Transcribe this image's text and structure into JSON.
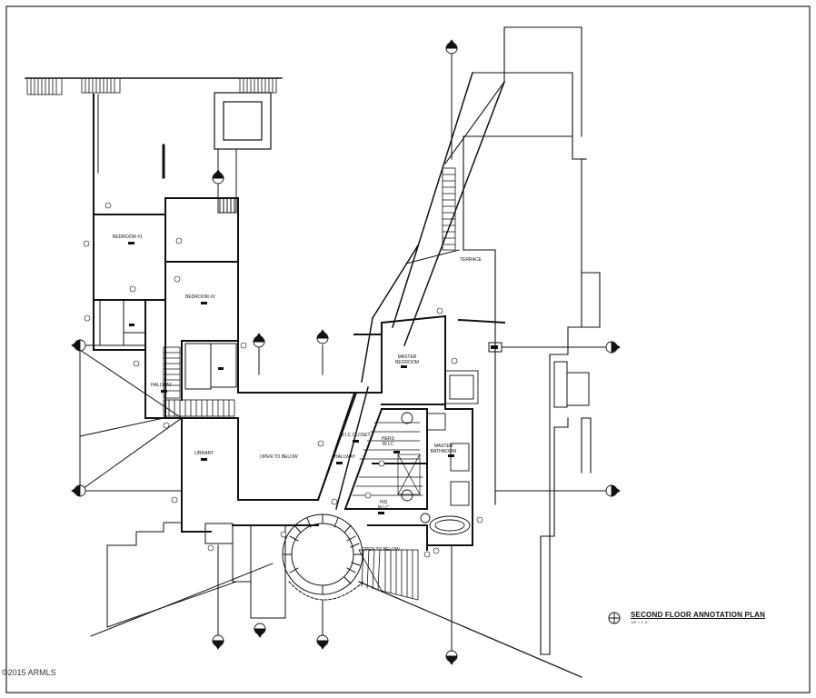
{
  "plan": {
    "title": "SECOND FLOOR ANNOTATION PLAN",
    "scale": "1/8\" = 1'-0\"",
    "copyright": "©2015 ARMLS",
    "rooms": {
      "bedroom1": "BEDROOM #1",
      "bedroom2": "BEDROOM #2",
      "hallway_left": "HALLWAY",
      "library": "LIBRARY",
      "open_to_below_1": "OPEN TO BELOW",
      "open_to_below_2": "OPEN TO BELOW",
      "wic_closet": "W.I.C CLOSET",
      "hallway_center": "HALLWAY",
      "master_bedroom": "MASTER BEDROOM",
      "master_bathroom": "MASTER BATHROOM",
      "hers_wic": "HERS W.I.C",
      "his_wic": "HIS W.I.C",
      "terrace": "TERRACE"
    }
  }
}
